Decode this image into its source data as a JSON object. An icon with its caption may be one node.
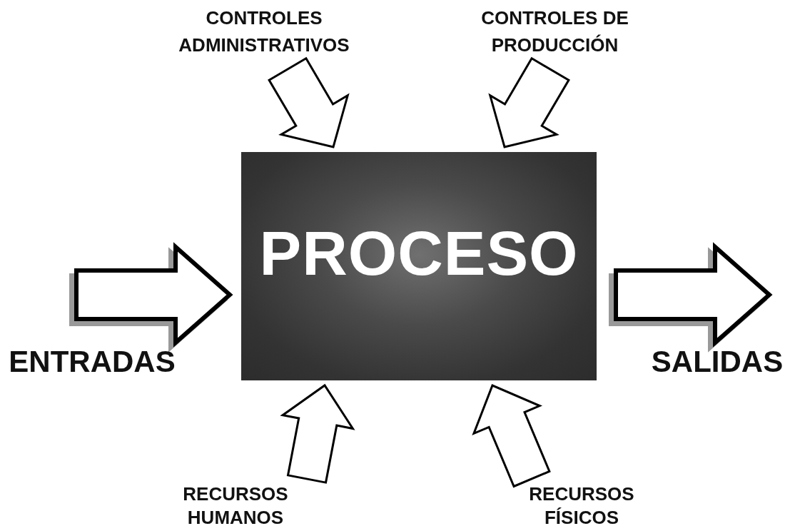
{
  "diagram": {
    "nodes": [
      {
        "text": [
          "PROCESO"
        ]
      },
      {
        "text": [
          "ENTRADAS"
        ]
      },
      {
        "text": [
          "SALIDAS"
        ]
      },
      {
        "text": [
          "CONTROLES ADMINISTRATIVOS"
        ]
      },
      {
        "text": [
          "CONTROLES DE PRODUCCIÓN"
        ]
      },
      {
        "text": [
          "RECURSOS HUMANOS"
        ]
      },
      {
        "text": [
          "RECURSOS FÍSICOS"
        ]
      }
    ],
    "edges": [
      {
        "from": 1,
        "to": 0,
        "arrow": "to",
        "style": "thick"
      },
      {
        "from": 0,
        "to": 2,
        "arrow": "to",
        "style": "thick"
      },
      {
        "from": 3,
        "to": 0,
        "arrow": "to"
      },
      {
        "from": 4,
        "to": 0,
        "arrow": "to"
      },
      {
        "from": 5,
        "to": 0,
        "arrow": "to"
      },
      {
        "from": 6,
        "to": 0,
        "arrow": "to"
      }
    ]
  }
}
